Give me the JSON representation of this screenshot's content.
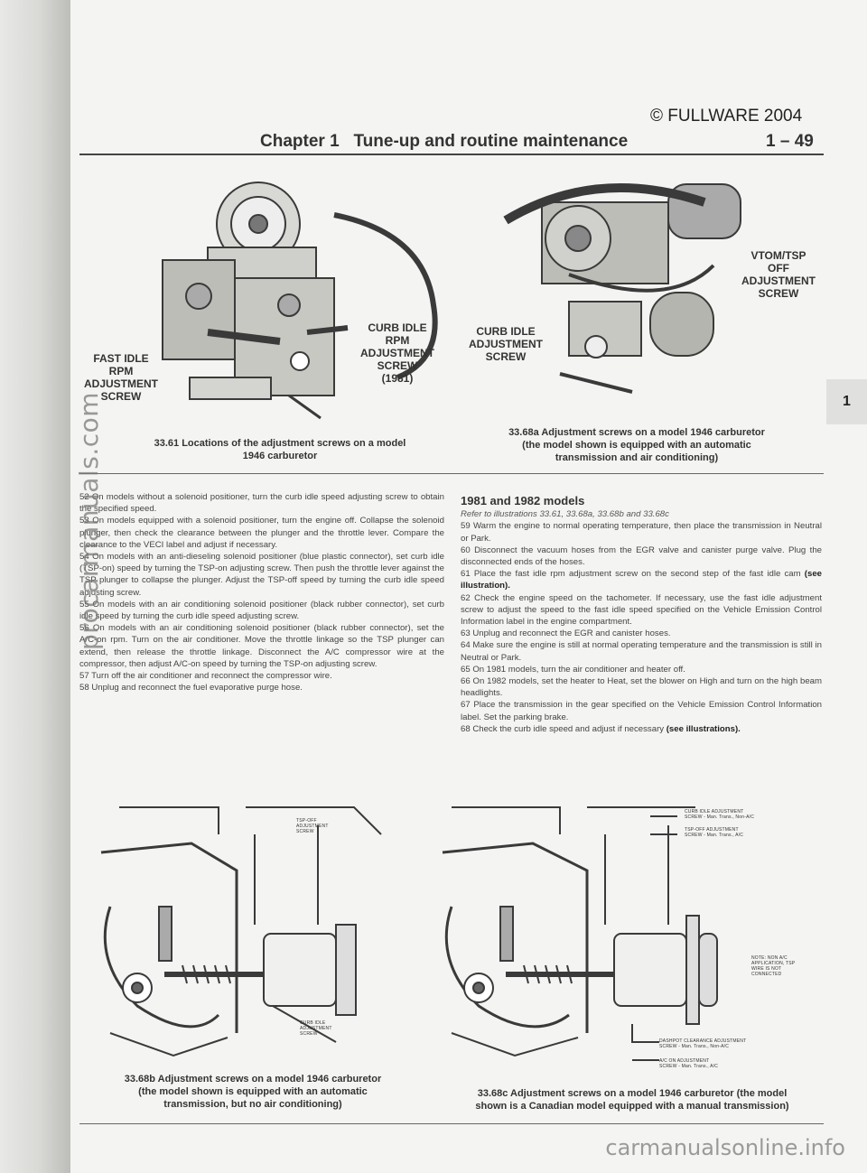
{
  "header": {
    "copyright": "© FULLWARE 2004",
    "chapter": "Chapter 1   Tune-up and routine maintenance",
    "page_number": "1 – 49"
  },
  "side_tab": "1",
  "watermarks": {
    "left": "procarmanuals.com",
    "bottom": "carmanualsonline.info"
  },
  "figures": {
    "fig_33_61": {
      "caption": [
        "33.61  Locations of the adjustment screws on a model",
        "1946 carburetor"
      ],
      "callouts": {
        "fast_idle": [
          "FAST IDLE",
          "RPM",
          "ADJUSTMENT",
          "SCREW"
        ],
        "curb_idle": [
          "CURB IDLE",
          "RPM",
          "ADJUSTMENT",
          "SCREW",
          "(1981)"
        ]
      }
    },
    "fig_33_68a": {
      "caption": [
        "33.68a  Adjustment screws on a model 1946 carburetor",
        "(the model shown is equipped with an automatic",
        "transmission and air conditioning)"
      ],
      "callouts": {
        "vtom": [
          "VTOM/TSP",
          "OFF",
          "ADJUSTMENT",
          "SCREW"
        ],
        "curb_idle": [
          "CURB IDLE",
          "ADJUSTMENT",
          "SCREW"
        ]
      }
    },
    "fig_33_68b": {
      "caption": [
        "33.68b  Adjustment screws on a model 1946 carburetor",
        "(the model shown is equipped with an automatic",
        "transmission, but no air conditioning)"
      ],
      "callouts": {
        "tsp_off": [
          "TSP-OFF",
          "ADJUSTMENT",
          "SCREW"
        ],
        "curb_idle": [
          "CURB IDLE",
          "ADJUSTMENT",
          "SCREW"
        ]
      }
    },
    "fig_33_68c": {
      "caption": [
        "33.68c  Adjustment screws on a model 1946 carburetor (the model",
        "shown is a Canadian model equipped with a manual transmission)"
      ],
      "callouts": {
        "curb_idle": [
          "CURB IDLE ADJUSTMENT",
          "SCREW - Man. Trans., Non-A/C"
        ],
        "tsp_off": [
          "TSP-OFF ADJUSTMENT",
          "SCREW - Man. Trans., A/C"
        ],
        "note": [
          "NOTE: NON A/C",
          "APPLICATION, TSP",
          "WIRE IS NOT",
          "CONNECTED"
        ],
        "dashpot": [
          "DASHPOT CLEARANCE ADJUSTMENT",
          "SCREW - Man. Trans., Non-A/C"
        ],
        "ac_on": [
          "A/C ON ADJUSTMENT",
          "SCREW - Man. Trans., A/C"
        ]
      }
    }
  },
  "left_column": [
    "52  On models without a solenoid positioner, turn the curb idle speed adjusting screw to obtain the specified speed.",
    "53  On models equipped with a solenoid positioner, turn the engine off. Collapse the solenoid plunger, then check the clearance between the plunger and the throttle lever. Compare the clearance to the VECI label and adjust if necessary.",
    "54  On models with an anti-dieseling solenoid positioner (blue plastic connector), set curb idle (TSP-on) speed by turning the TSP-on adjusting screw. Then push the throttle lever against the TSP plunger to collapse the plunger. Adjust the TSP-off speed by turning the curb idle speed adjusting screw.",
    "55  On models with an air conditioning solenoid positioner (black rubber connector), set curb idle speed by turning the curb idle speed adjusting screw.",
    "56  On models with an air conditioning solenoid positioner (black rubber connector), set the A/C-on rpm. Turn on the air conditioner. Move the throttle linkage so the TSP plunger can extend, then release the throttle linkage. Disconnect the A/C compressor wire at the compressor, then adjust A/C-on speed by turning the TSP-on adjusting screw.",
    "57  Turn off the air conditioner and reconnect the compressor wire.",
    "58  Unplug and reconnect the fuel evaporative purge hose."
  ],
  "right_column": {
    "heading": "1981 and 1982 models",
    "reference": "Refer to illustrations 33.61, 33.68a, 33.68b and 33.68c",
    "paragraphs": [
      "59  Warm the engine to normal operating temperature, then place the transmission in Neutral or Park.",
      "60  Disconnect the vacuum hoses from the EGR valve and canister purge valve. Plug the disconnected ends of the hoses.",
      "61  Place the fast idle rpm adjustment screw on the second step of the fast idle cam",
      "62  Check the engine speed on the tachometer. If necessary, use the fast idle adjustment screw to adjust the speed to the fast idle speed specified on the Vehicle Emission Control Information label in the engine compartment.",
      "63  Unplug and reconnect the EGR and canister hoses.",
      "64  Make sure the engine is still at normal operating temperature and the transmission is still in Neutral or Park.",
      "65  On 1981 models, turn the air conditioner and heater off.",
      "66  On 1982 models, set the heater to Heat, set the blower on High and turn on the high beam headlights.",
      "67  Place the transmission in the gear specified on the Vehicle Emission Control Information label. Set the parking brake.",
      "68  Check the curb idle speed and adjust if necessary"
    ],
    "para61_ref": "(see illustration).",
    "para68_ref": "(see illustrations)."
  }
}
